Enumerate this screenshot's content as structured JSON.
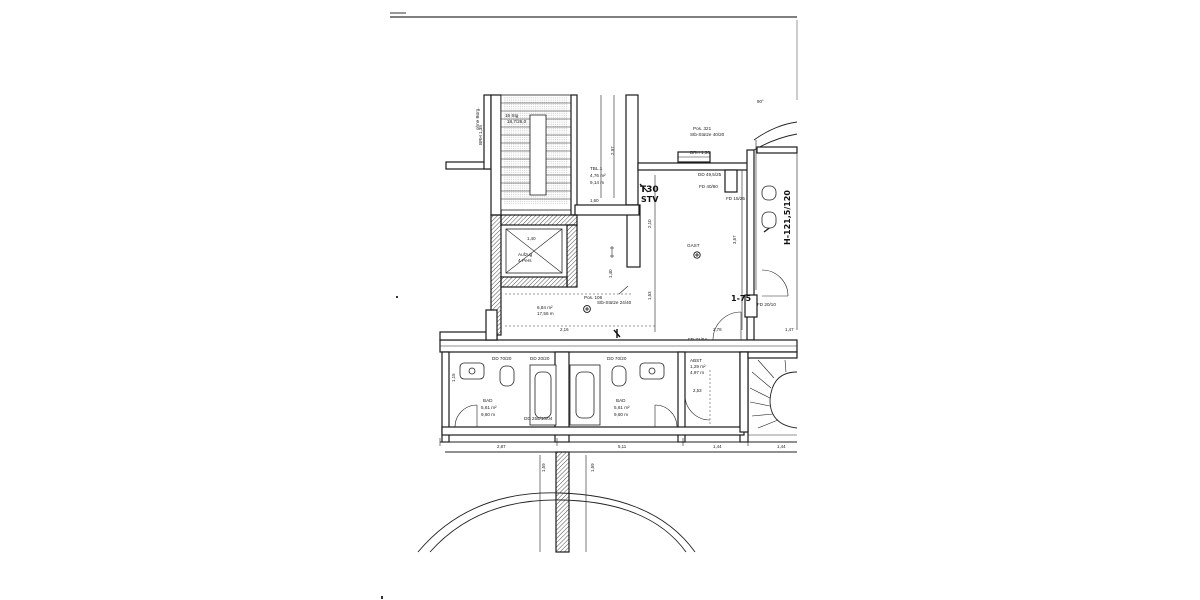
{
  "plan": {
    "stairs_top": {
      "label": "15 Stg",
      "ratio": "18,7/26,0"
    },
    "note_upper_left": "ohne Bürg.",
    "brh_left": "BRH 1,35",
    "room_tbl": {
      "name": "TBL.1",
      "area": "4,76 m²",
      "perimeter": "9,14 m"
    },
    "dims_top": {
      "d1": "2,97",
      "d2": "1,60"
    },
    "elevator": {
      "dim": "1,40",
      "name": "Aufzug",
      "sub": "4-Pers"
    },
    "corridor": {
      "pos": "Pos. 106",
      "note": "Stb-Stütze 24/40",
      "area": "6,84 m²",
      "perimeter": "17,56 m",
      "dim_a": "2,16",
      "dim_b": "1,40"
    },
    "gast": {
      "name": "GAST"
    },
    "pos_top_right": {
      "pos": "Pos. 321",
      "note": "Stb-Stütze 40/20"
    },
    "brh_mid": "BRH 1,30",
    "openings": {
      "dd1": "DD 49,5/25",
      "fd1": "FD 40/80",
      "fd2": "FD 15/25",
      "fd3": "FD 20/10",
      "fd4": "FD 71/04"
    },
    "dims_mid": {
      "d1": "2,78",
      "d2": "1,47",
      "d3": "3,57",
      "d4": "2,10",
      "d5": "1,53"
    },
    "handwritten": {
      "t30": "T30",
      "stv": "STV",
      "h1": "H-121,5/120",
      "h2": "1-75"
    },
    "door_labels": {
      "dd1": "DD 70/20",
      "dd2": "DD 20/20",
      "dd3": "DD 70/20"
    },
    "bad_left": {
      "name": "BAD",
      "area": "5,61 m²",
      "perimeter": "9,60 m"
    },
    "bad_right": {
      "name": "BAD",
      "area": "5,61 m²",
      "perimeter": "9,60 m"
    },
    "bath_door": "DD 255/10/04",
    "abst": {
      "name": "ABST",
      "area": "1,29 m²",
      "perimeter": "4,97 m",
      "dim": "2,53"
    },
    "bottom_dims": {
      "d1": "2,87",
      "d2": "5,11",
      "d3": "1,44",
      "d4": "1,44"
    },
    "lower_dims": {
      "d1": "1,59",
      "d2": "1,59"
    },
    "left_dims": {
      "d1": "1,15"
    },
    "mark_90": "90°"
  }
}
